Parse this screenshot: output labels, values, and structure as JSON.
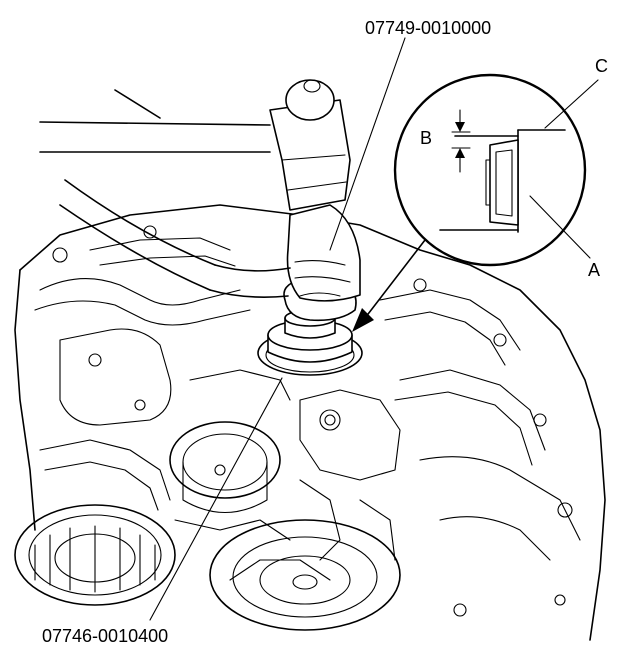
{
  "labels": {
    "tool_top": "07749-0010000",
    "tool_bottom": "07746-0010400",
    "callout_a": "A",
    "callout_b": "B",
    "callout_c": "C"
  },
  "colors": {
    "line": "#000000",
    "background": "#ffffff"
  }
}
